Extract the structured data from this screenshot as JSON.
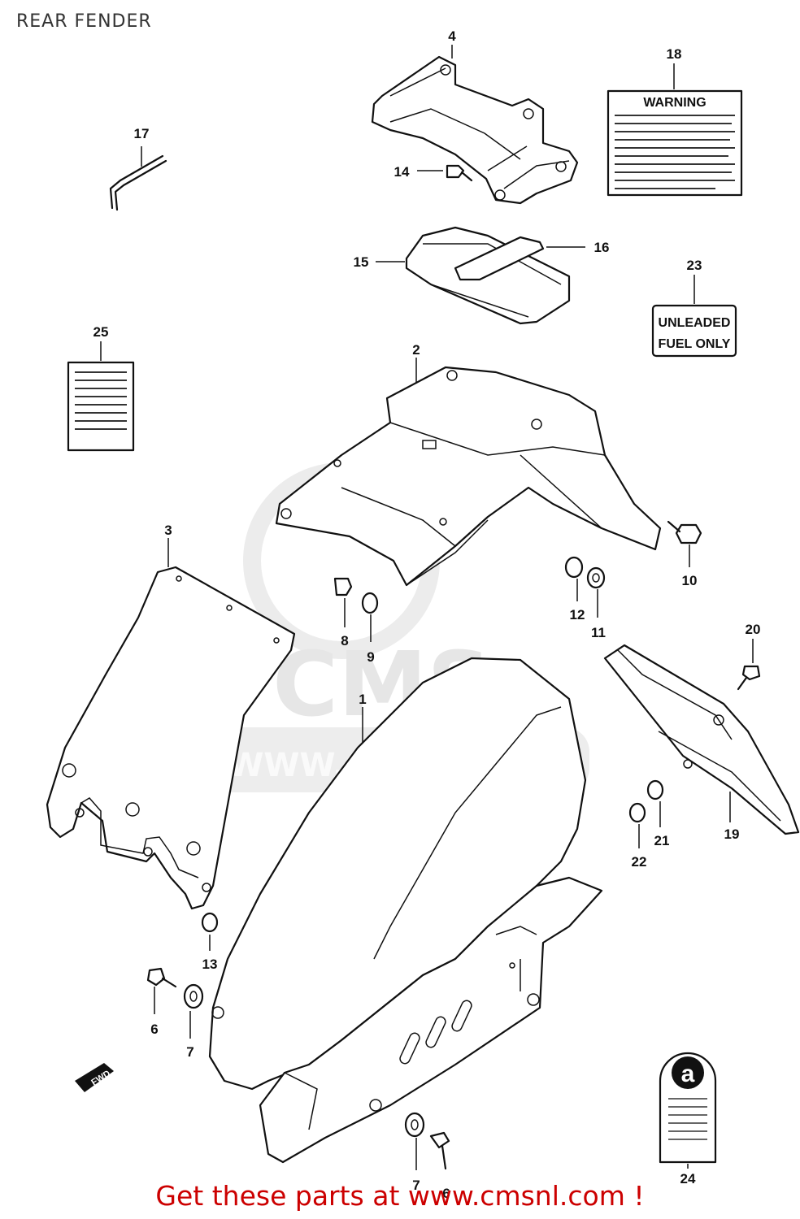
{
  "title": "REAR FENDER",
  "watermark": {
    "logo_text": "CMS",
    "url_text": "WWW.CMSNL.COM"
  },
  "labels": {
    "warning_heading": "WARNING",
    "unleaded_line1": "UNLEADED",
    "unleaded_line2": "FUEL ONLY",
    "sticker_24_glyph": "a",
    "front_arrow": "FWD"
  },
  "parts": [
    {
      "id": "1",
      "text": "1"
    },
    {
      "id": "2",
      "text": "2"
    },
    {
      "id": "3",
      "text": "3"
    },
    {
      "id": "4",
      "text": "4"
    },
    {
      "id": "6a",
      "text": "6"
    },
    {
      "id": "6b",
      "text": "6"
    },
    {
      "id": "7a",
      "text": "7"
    },
    {
      "id": "7b",
      "text": "7"
    },
    {
      "id": "8",
      "text": "8"
    },
    {
      "id": "9",
      "text": "9"
    },
    {
      "id": "10",
      "text": "10"
    },
    {
      "id": "11",
      "text": "11"
    },
    {
      "id": "12",
      "text": "12"
    },
    {
      "id": "13",
      "text": "13"
    },
    {
      "id": "14",
      "text": "14"
    },
    {
      "id": "15",
      "text": "15"
    },
    {
      "id": "16",
      "text": "16"
    },
    {
      "id": "17",
      "text": "17"
    },
    {
      "id": "18",
      "text": "18"
    },
    {
      "id": "19",
      "text": "19"
    },
    {
      "id": "20",
      "text": "20"
    },
    {
      "id": "21",
      "text": "21"
    },
    {
      "id": "22",
      "text": "22"
    },
    {
      "id": "23",
      "text": "23"
    },
    {
      "id": "24",
      "text": "24"
    },
    {
      "id": "25",
      "text": "25"
    }
  ],
  "footer": "Get these parts at www.cmsnl.com !",
  "colors": {
    "footer": "#cc0000",
    "line": "#111111",
    "watermark": "#e6e6e6"
  }
}
